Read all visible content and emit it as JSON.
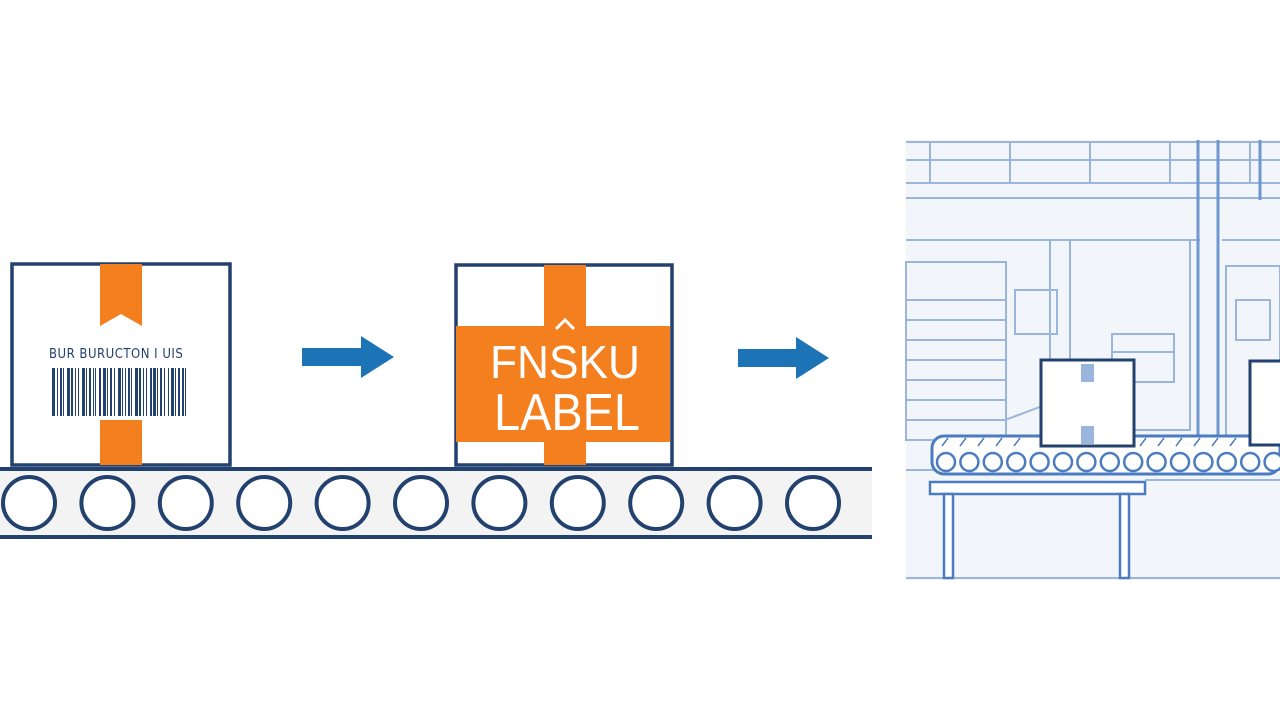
{
  "colors": {
    "navy": "#23416e",
    "orange": "#f47f1f",
    "arrow_blue": "#1c74b6",
    "sketch_blue": "#4c7cc0",
    "sketch_light": "#9ab6dd",
    "sketch_bg": "#f2f6fb",
    "belt_fill": "#f3f3f3"
  },
  "steps": [
    {
      "id": "unlabeled-box",
      "barcode_caption": "BUR  BURUCTON I UIS"
    },
    {
      "id": "fnsku-labeled-box",
      "label_line1": "FNSKU",
      "label_line2": "LABEL"
    },
    {
      "id": "warehouse-scene"
    }
  ],
  "arrows": [
    {
      "name": "arrow-right-icon",
      "direction": "right"
    },
    {
      "name": "arrow-right-icon",
      "direction": "right"
    }
  ],
  "conveyor": {
    "roller_count": 11
  }
}
